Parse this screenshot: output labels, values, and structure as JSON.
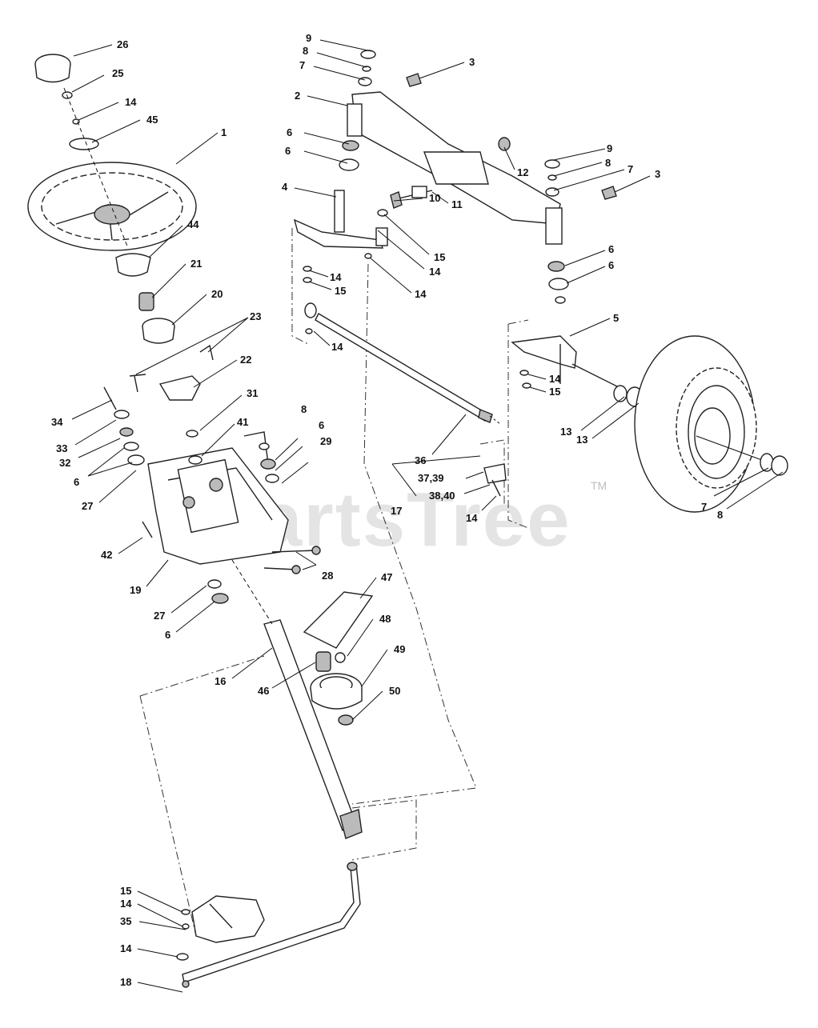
{
  "watermark": {
    "text": "PartsTree",
    "tm": "TM"
  },
  "callouts": [
    "1",
    "2",
    "3",
    "4",
    "5",
    "6",
    "7",
    "8",
    "9",
    "10",
    "11",
    "12",
    "13",
    "14",
    "15",
    "16",
    "17",
    "18",
    "19",
    "20",
    "21",
    "22",
    "23",
    "25",
    "26",
    "27",
    "28",
    "29",
    "31",
    "32",
    "33",
    "34",
    "35",
    "36",
    "37,39",
    "38,40",
    "41",
    "42",
    "44",
    "45",
    "46",
    "47",
    "48",
    "49",
    "50"
  ]
}
